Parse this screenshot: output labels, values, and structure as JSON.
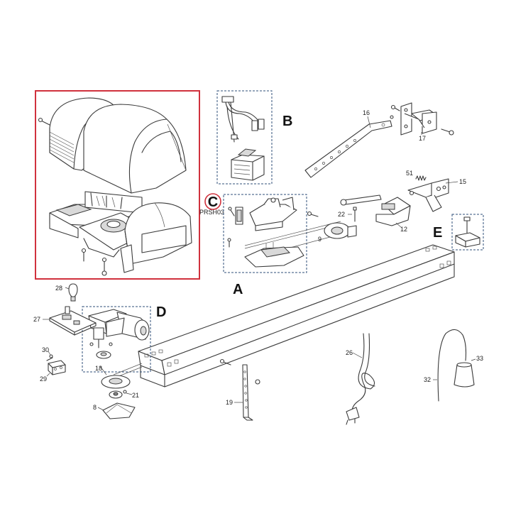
{
  "groups": {
    "A": "A",
    "B": "B",
    "C": "C",
    "D": "D",
    "E": "E"
  },
  "cover_code": "PRSH03",
  "parts": {
    "p8": "8",
    "p9": "9",
    "p12": "12",
    "p15": "15",
    "p16": "16",
    "p17": "17",
    "p18": "18",
    "p19": "19",
    "p21": "21",
    "p22": "22",
    "p26": "26",
    "p27": "27",
    "p28": "28",
    "p29": "29",
    "p30": "30",
    "p32": "32",
    "p33": "33",
    "p51": "51"
  },
  "colors": {
    "highlight": "#d0313d",
    "group_box": "#2f4f7a"
  }
}
